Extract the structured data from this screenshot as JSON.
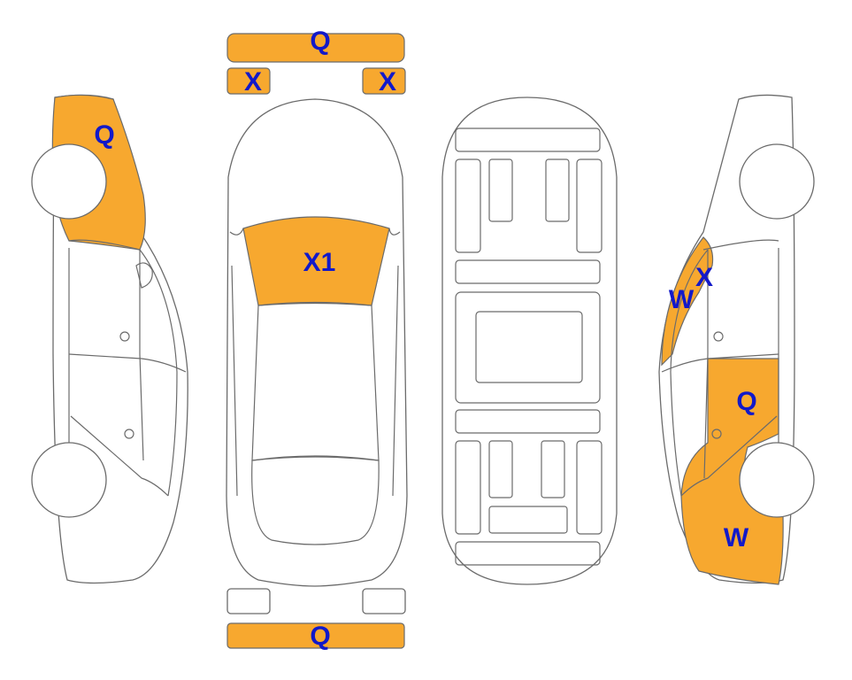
{
  "colors": {
    "damage_fill": "#f7a82f",
    "code_text": "#1219c9",
    "outline": "#6b6b6b"
  },
  "codes": {
    "front_bumper": "Q",
    "front_left_light": "X",
    "front_right_light": "X",
    "windshield": "X1",
    "rear_bumper": "Q",
    "left_side_front": "Q",
    "right_side_front_pillar_x": "X",
    "right_side_front_pillar_w": "W",
    "right_side_rear_door": "Q",
    "right_side_rear_quarter": "W"
  }
}
